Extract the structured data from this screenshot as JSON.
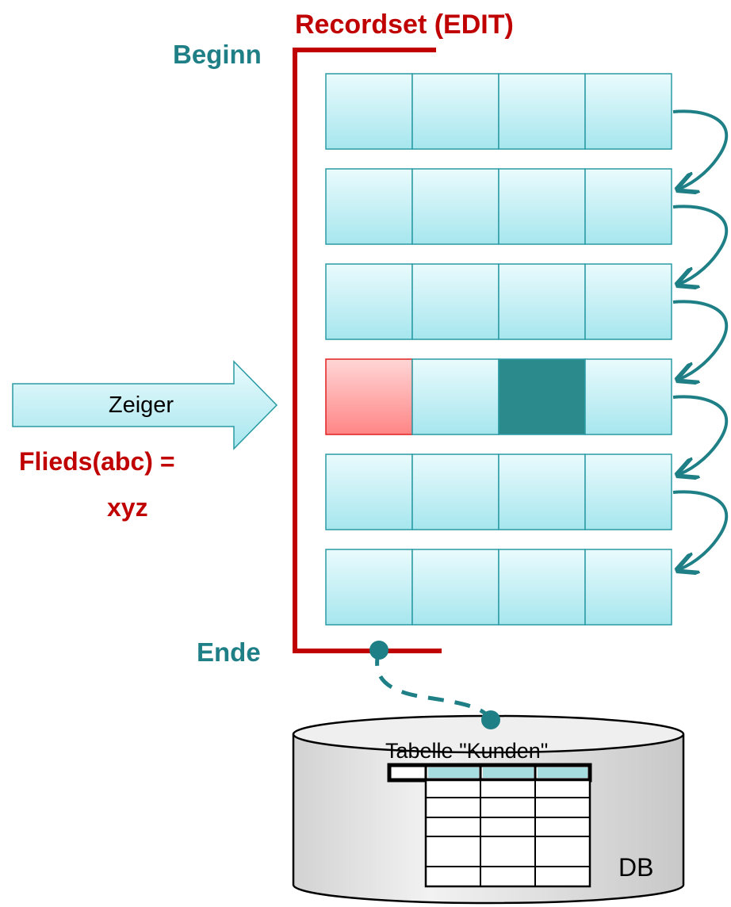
{
  "recordset": {
    "title": "Recordset (EDIT)",
    "begin_label": "Beginn",
    "end_label": "Ende",
    "rows": 6,
    "fields_per_row": 4,
    "current_row": 4,
    "highlighted_field": 3,
    "marked_field": 1
  },
  "pointer": {
    "label": "Zeiger",
    "assignment_line1": "Flieds(abc) =",
    "assignment_line2": "xyz"
  },
  "database": {
    "table_title": "Tabelle \"Kunden\"",
    "label": "DB"
  },
  "colors": {
    "teal": "#1f7f86",
    "red": "#c00000",
    "dark_teal_cell": "#2a8a8c",
    "cell_border": "#2a9aa3"
  }
}
